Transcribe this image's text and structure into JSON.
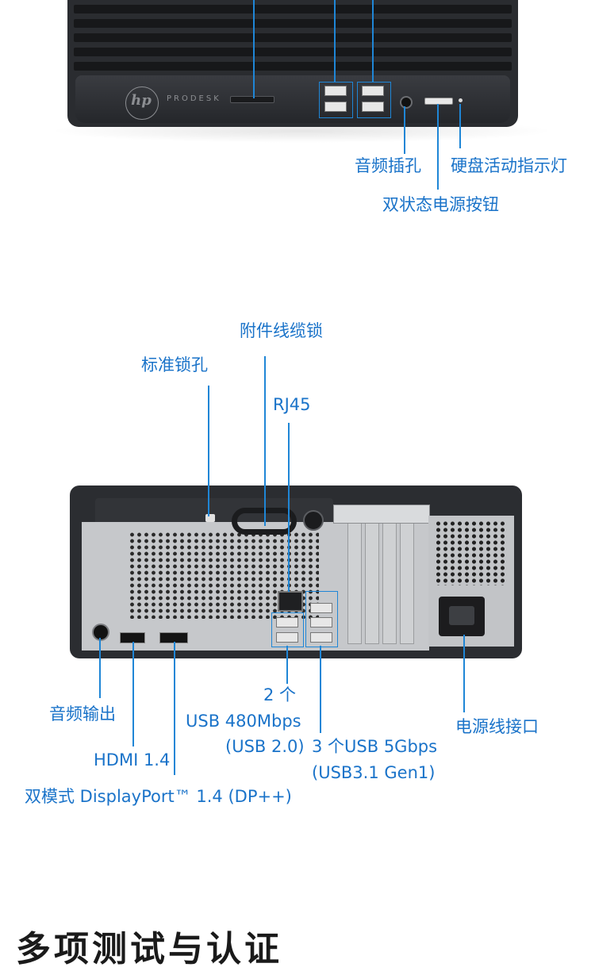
{
  "front": {
    "brand_logo": "hp",
    "model_text": "PRODESK",
    "labels": {
      "audio_jack": "音频插孔",
      "hdd_led": "硬盘活动指示灯",
      "power_button": "双状态电源按钮"
    }
  },
  "rear": {
    "labels": {
      "cable_lock": "附件线缆锁",
      "security_slot": "标准锁孔",
      "rj45": "RJ45",
      "usb2_count": "2 个",
      "usb2_speed": "USB 480Mbps",
      "usb2_type": "(USB 2.0)",
      "usb3": "3 个USB 5Gbps",
      "usb3_type": "(USB3.1 Gen1)",
      "power_connector": "电源线接口",
      "audio_out": "音频输出",
      "hdmi": "HDMI 1.4",
      "displayport": "双模式 DisplayPort™ 1.4 (DP++)"
    }
  },
  "bottom_heading": "多项测试与认证",
  "colors": {
    "accent": "#1f86d6",
    "label": "#1a73c9",
    "case": "#2b2d31"
  }
}
